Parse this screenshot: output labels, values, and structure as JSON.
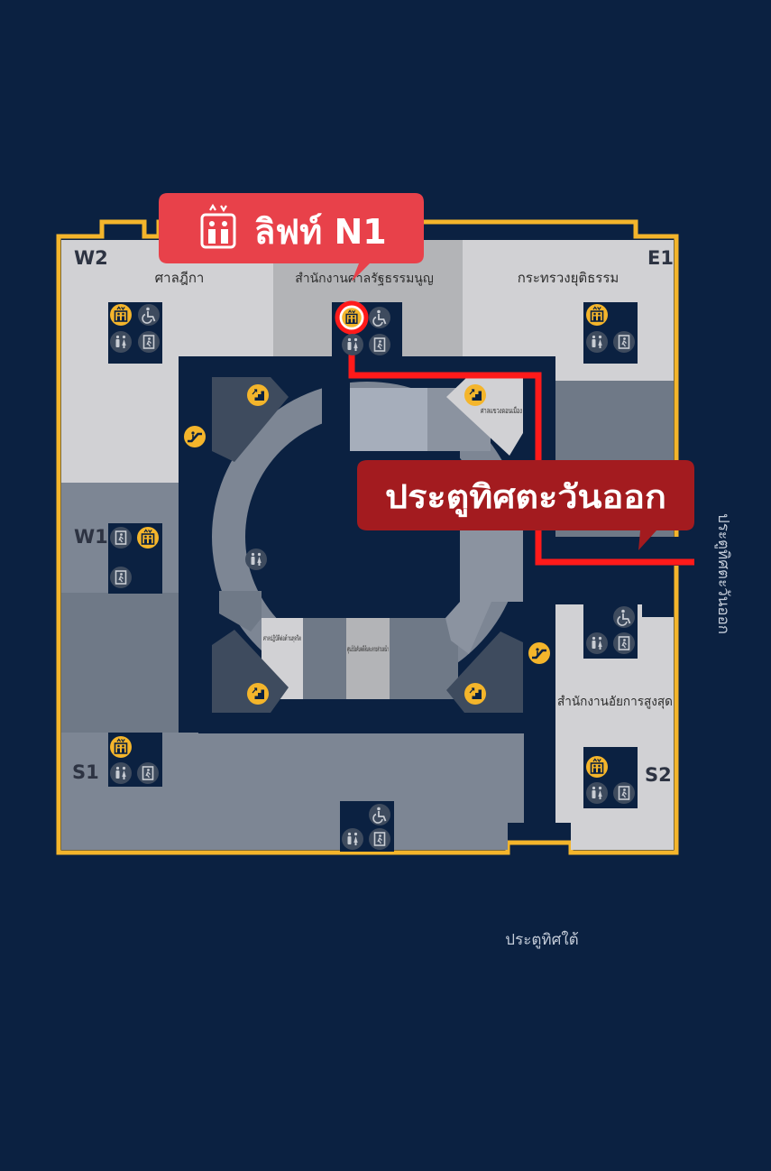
{
  "map": {
    "zones": {
      "w2": "W2",
      "e1": "E1",
      "w1": "W1",
      "s1": "S1",
      "s2": "S2"
    },
    "rooms": {
      "supreme_court": "ศาลฎีกา",
      "constitutional_court_office": "สำนักงานศาลรัฐธรรมนูญ",
      "ministry_of_justice": "กระทรวงยุติธรรม",
      "central_admin_court": "ศาลแขวงดอนเมือง",
      "corruption_court": "ศาลปฏิบัติต่อต้านทุจริต",
      "execution_center": "ศูนย์บังคับคดีล้มละลายส่วนหน้า",
      "attorney_general_office": "สำนักงานอัยการสูงสุด"
    },
    "gates": {
      "east": "ประตูทิศตะวันออก",
      "south": "ประตูทิศใต้"
    }
  },
  "callouts": {
    "lift": {
      "label": "ลิฟท์ N1",
      "icon": "elevator-icon"
    },
    "destination": {
      "label": "ประตูทิศตะวันออก"
    }
  },
  "colors": {
    "background": "#0b2141",
    "route": "#ff1a1a",
    "lift_callout": "#e8414a",
    "destination_callout": "#a31b1f",
    "building_outline": "#f4b52b",
    "facility_icon": "#f4b52b"
  },
  "legend_icons": [
    "elevator-icon",
    "wheelchair-icon",
    "restroom-icon",
    "emergency-exit-icon",
    "stairs-icon",
    "escalator-icon"
  ]
}
